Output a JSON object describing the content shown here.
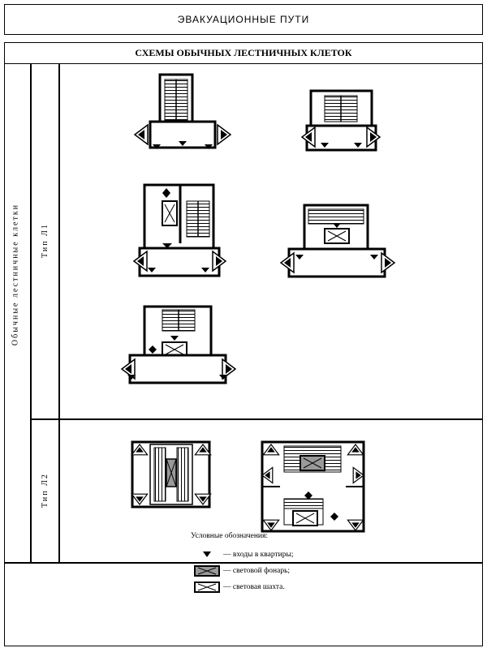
{
  "header": {
    "title": "ЭВАКУАЦИОННЫЕ ПУТИ"
  },
  "table": {
    "subtitle": "СХЕМЫ ОБЫЧНЫХ ЛЕСТНИЧНЫХ КЛЕТОК",
    "row_group_label": "Обычные лестничные клетки",
    "type1_label": "Тип Л1",
    "type2_label": "Тип Л2"
  },
  "legend": {
    "title": "Условные обозначения:",
    "items": [
      {
        "symbol": "triangle-marker-icon",
        "text": "— входы в квартиры;"
      },
      {
        "symbol": "skylight-icon",
        "text": "— световой фонарь;"
      },
      {
        "symbol": "light-shaft-icon",
        "text": "— световая шахта."
      }
    ]
  }
}
